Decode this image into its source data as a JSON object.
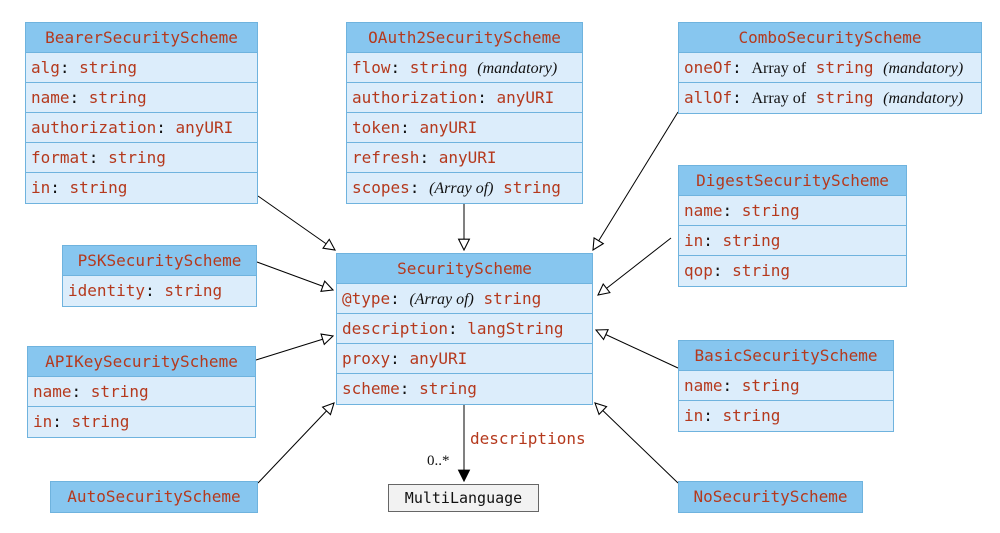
{
  "security_scheme": {
    "title": "SecurityScheme",
    "type_name": "@type",
    "type_note": "(Array of)",
    "type_type": "string",
    "description_name": "description",
    "description_type": "langString",
    "proxy_name": "proxy",
    "proxy_type": "anyURI",
    "scheme_name": "scheme",
    "scheme_type": "string"
  },
  "bearer": {
    "title": "BearerSecurityScheme",
    "alg_name": "alg",
    "alg_type": "string",
    "name_name": "name",
    "name_type": "string",
    "authorization_name": "authorization",
    "authorization_type": "anyURI",
    "format_name": "format",
    "format_type": "string",
    "in_name": "in",
    "in_type": "string"
  },
  "oauth2": {
    "title": "OAuth2SecurityScheme",
    "flow_name": "flow",
    "flow_type": "string",
    "flow_note": "(mandatory)",
    "authorization_name": "authorization",
    "authorization_type": "anyURI",
    "token_name": "token",
    "token_type": "anyURI",
    "refresh_name": "refresh",
    "refresh_type": "anyURI",
    "scopes_name": "scopes",
    "scopes_note": "(Array of)",
    "scopes_type": "string"
  },
  "combo": {
    "title": "ComboSecurityScheme",
    "oneof_name": "oneOf",
    "oneof_prefix": "Array of",
    "oneof_type": "string",
    "oneof_note": "(mandatory)",
    "allof_name": "allOf",
    "allof_prefix": "Array of",
    "allof_type": "string",
    "allof_note": "(mandatory)"
  },
  "digest": {
    "title": "DigestSecurityScheme",
    "name_name": "name",
    "name_type": "string",
    "in_name": "in",
    "in_type": "string",
    "qop_name": "qop",
    "qop_type": "string"
  },
  "psk": {
    "title": "PSKSecurityScheme",
    "identity_name": "identity",
    "identity_type": "string"
  },
  "apikey": {
    "title": "APIKeySecurityScheme",
    "name_name": "name",
    "name_type": "string",
    "in_name": "in",
    "in_type": "string"
  },
  "basic": {
    "title": "BasicSecurityScheme",
    "name_name": "name",
    "name_type": "string",
    "in_name": "in",
    "in_type": "string"
  },
  "auto": {
    "title": "AutoSecurityScheme"
  },
  "nosec": {
    "title": "NoSecurityScheme"
  },
  "multilanguage": {
    "title": "MultiLanguage"
  },
  "association": {
    "role": "descriptions",
    "multiplicity": "0..*"
  },
  "colors": {
    "header_fill": "#87c6ef",
    "row_fill": "#dcedfb",
    "border": "#6fb3de",
    "name_text": "#b5391d"
  }
}
